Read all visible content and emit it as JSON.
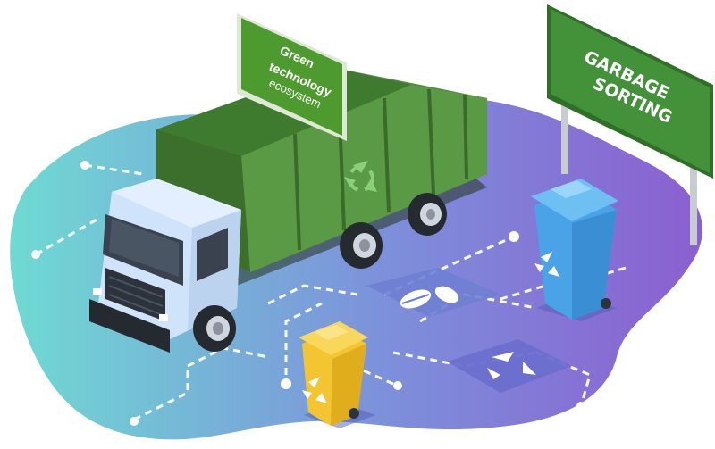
{
  "billboard": {
    "line1": "Green",
    "line2": "technology",
    "line3": "ecosystem"
  },
  "sign": {
    "line1": "GARBAGE",
    "line2": "SORTING"
  },
  "colors": {
    "ground_left": "#6fd8d4",
    "ground_mid": "#7c93d9",
    "ground_right": "#8e62cf",
    "truck_green": "#4f8a3a",
    "truck_green_dark": "#3d6f2c",
    "cab_blue": "#cfe3fb",
    "bin_blue": "#4aa3e6",
    "bin_yellow": "#f3c531",
    "sign_green": "#3f8a33"
  },
  "icons": [
    "recycle-icon",
    "leaves-icon",
    "recycle-arrows-icon"
  ]
}
